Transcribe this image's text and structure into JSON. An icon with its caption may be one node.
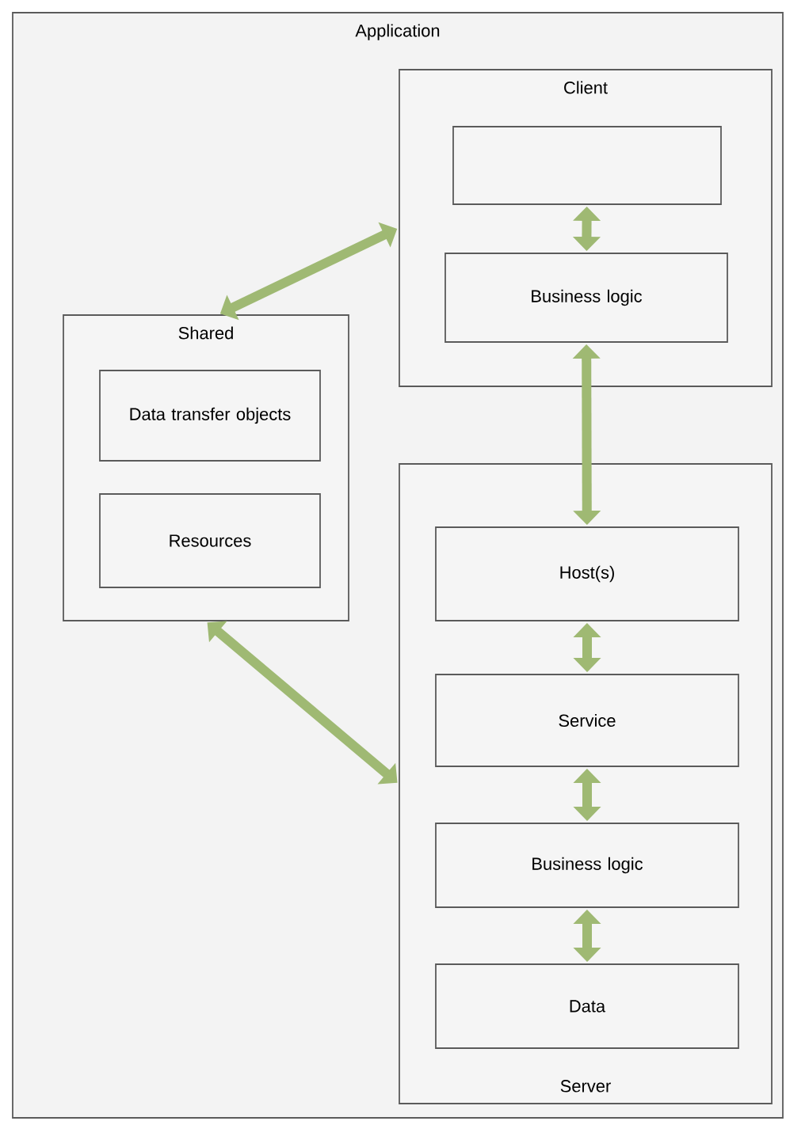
{
  "diagram": {
    "nodes": [
      {
        "text": [
          "Application"
        ]
      },
      {
        "text": [
          "Client"
        ],
        "in": 0
      },
      {
        "text": [],
        "shape": "box",
        "in": 1
      },
      {
        "text": [
          "Business logic"
        ],
        "in": 1
      },
      {
        "text": [
          "Shared"
        ],
        "in": 0
      },
      {
        "text": [
          "Data transfer objects"
        ],
        "in": 4
      },
      {
        "text": [
          "Resources"
        ],
        "in": 4
      },
      {
        "text": [
          "Server"
        ],
        "in": 0
      },
      {
        "text": [
          "Host(s)"
        ],
        "in": 7
      },
      {
        "text": [
          "Service"
        ],
        "in": 7
      },
      {
        "text": [
          "Business logic"
        ],
        "in": 7
      },
      {
        "text": [
          "Data"
        ],
        "in": 7
      }
    ],
    "edges": [
      {
        "from": 4,
        "to": 1,
        "arrow": "both"
      },
      {
        "from": 2,
        "to": 3,
        "arrow": "both"
      },
      {
        "from": 3,
        "to": 8,
        "arrow": "both"
      },
      {
        "from": 4,
        "to": 7,
        "arrow": "both"
      },
      {
        "from": 8,
        "to": 9,
        "arrow": "both"
      },
      {
        "from": 9,
        "to": 10,
        "arrow": "both"
      },
      {
        "from": 10,
        "to": 11,
        "arrow": "both"
      }
    ]
  }
}
